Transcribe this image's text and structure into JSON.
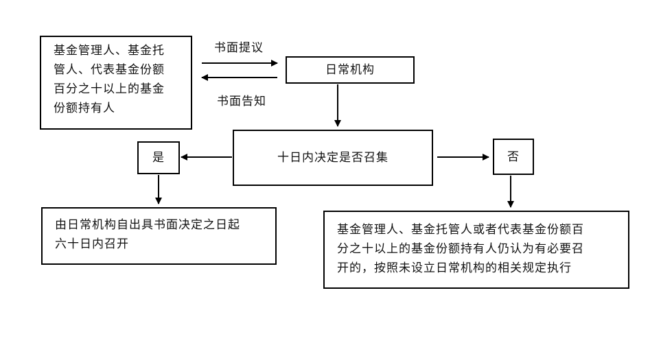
{
  "diagram": {
    "nodes": {
      "holders": "基金管理人、基金托\n管人、代表基金份额\n百分之十以上的基金\n份额持有人",
      "institution": "日常机构",
      "decide": "十日内决定是否召集",
      "yes": "是",
      "no": "否",
      "within60": "由日常机构自出具书面决定之日起\n六十日内召开",
      "else": "基金管理人、基金托管人或者代表基金份额百\n分之十以上的基金份额持有人仍认为有必要召\n开的，按照未设立日常机构的相关规定执行"
    },
    "edge_labels": {
      "proposal": "书面提议",
      "notice": "书面告知"
    },
    "edges": [
      {
        "from": "holders",
        "to": "institution",
        "label": "书面提议"
      },
      {
        "from": "institution",
        "to": "holders",
        "label": "书面告知"
      },
      {
        "from": "institution",
        "to": "decide"
      },
      {
        "from": "decide",
        "to": "yes"
      },
      {
        "from": "decide",
        "to": "no"
      },
      {
        "from": "yes",
        "to": "within60"
      },
      {
        "from": "no",
        "to": "else"
      }
    ],
    "colors": {
      "line": "#000000",
      "background": "#ffffff"
    }
  }
}
